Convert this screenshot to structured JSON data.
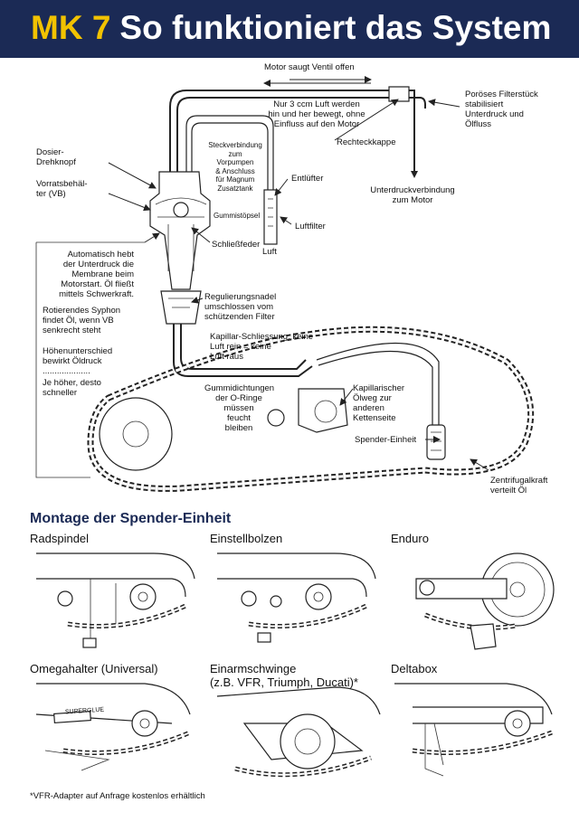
{
  "header": {
    "model": "MK 7",
    "title": "So funktioniert das System"
  },
  "diagram_labels": {
    "motor_saugt": "Motor saugt Ventil offen",
    "nur_3_ccm": [
      "Nur 3 ccm Luft werden",
      "hin und her bewegt, ohne",
      "Einfluss auf den Motor"
    ],
    "poroeses": [
      "Poröses Filterstück",
      "stabilisiert",
      "Unterdruck und",
      "Ölfluss"
    ],
    "rechteckkappe": "Rechteckkappe",
    "unterdruckverbindung": [
      "Unterdruckverbindung",
      "zum Motor"
    ],
    "dosier": [
      "Dosier-",
      "Drehknopf"
    ],
    "vorratsbehaelter": [
      "Vorratsbehäl-",
      "ter (VB)"
    ],
    "steckverbindung": [
      "Steckverbindung",
      "zum",
      "Vorpumpen",
      "& Anschluss",
      "für Magnum",
      "Zusatztank"
    ],
    "entluefter": "Entlüfter",
    "gummistoepsel": "Gummistöpsel",
    "luftfilter": "Luftfilter",
    "schliessfeder": "Schließfeder",
    "luft": "Luft",
    "automatisch": [
      "Automatisch hebt",
      "der Unterdruck die",
      "Membrane beim",
      "Motorstart. Öl fließt",
      "mittels Schwerkraft."
    ],
    "rotierendes": [
      "Rotierendes Syphon",
      "findet Öl, wenn VB",
      "senkrecht steht"
    ],
    "hoehenunterschied": [
      "Höhenunterschied",
      "bewirkt Öldruck",
      "...................."
    ],
    "je_hoeher": [
      "Je höher, desto",
      "schneller"
    ],
    "regulierungsnadel": [
      "Regulierungsnadel",
      "umschlossen vom",
      "schützenden Filter"
    ],
    "kapillar_schliessung": [
      "Kapillar-Schliessung: keine",
      "Luft rein = keine",
      "Luft raus"
    ],
    "gummidichtungen": [
      "Gummidichtungen",
      "der O-Ringe",
      "müssen",
      "feucht",
      "bleiben"
    ],
    "kapillarischer": [
      "Kapillarischer",
      "Ölweg zur",
      "anderen",
      "Kettenseite"
    ],
    "spender_einheit": "Spender-Einheit",
    "zentrifugal": [
      "Zentrifugalkraft",
      "verteilt Öl"
    ]
  },
  "montage": {
    "heading": "Montage der Spender-Einheit",
    "variants": [
      {
        "label": "Radspindel"
      },
      {
        "label": "Einstellbolzen"
      },
      {
        "label": "Enduro"
      },
      {
        "label": "Omegahalter (Universal)"
      },
      {
        "label": "Einarmschwinge\n(z.B. VFR, Triumph, Ducati)*"
      },
      {
        "label": "Deltabox"
      }
    ],
    "superglue_label": "SUPERGLUE"
  },
  "footnote": "*VFR-Adapter auf Anfrage kostenlos erhältlich"
}
